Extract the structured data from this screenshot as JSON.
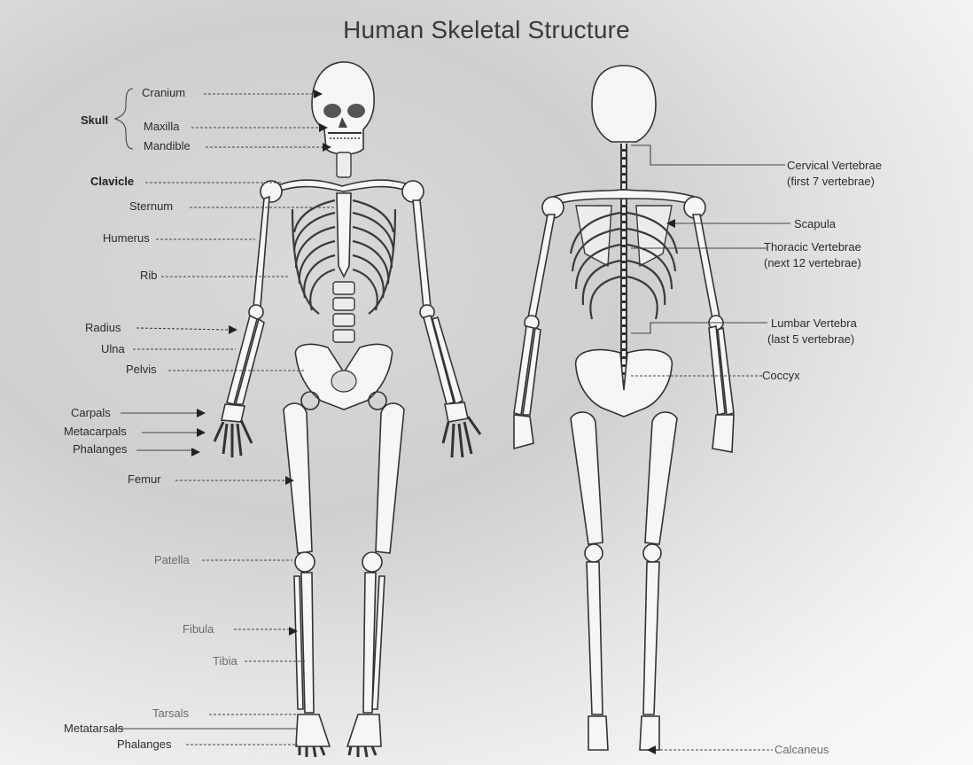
{
  "title": "Human Skeletal Structure",
  "front_labels": {
    "skull": "Skull",
    "cranium": "Cranium",
    "maxilla": "Maxilla",
    "mandible": "Mandible",
    "clavicle": "Clavicle",
    "sternum": "Sternum",
    "humerus": "Humerus",
    "rib": "Rib",
    "radius": "Radius",
    "ulna": "Ulna",
    "pelvis": "Pelvis",
    "carpals": "Carpals",
    "metacarpals": "Metacarpals",
    "phalanges_hand": "Phalanges",
    "femur": "Femur",
    "patella": "Patella",
    "fibula": "Fibula",
    "tibia": "Tibia",
    "tarsals": "Tarsals",
    "metatarsals": "Metatarsals",
    "phalanges_foot": "Phalanges"
  },
  "back_labels": {
    "cervical_line1": "Cervical Vertebrae",
    "cervical_line2": "(first 7 vertebrae)",
    "scapula": "Scapula",
    "thoracic_line1": "Thoracic Vertebrae",
    "thoracic_line2": "(next 12 vertebrae)",
    "lumbar_line1": "Lumbar Vertebra",
    "lumbar_line2": "(last 5 vertebrae)",
    "coccyx": "Coccyx",
    "calcaneus": "Calcaneus"
  }
}
